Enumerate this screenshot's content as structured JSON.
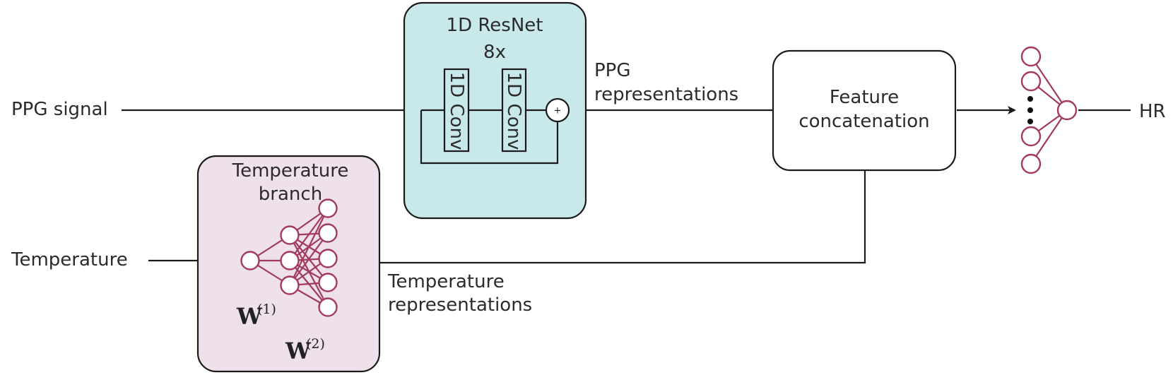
{
  "inputs": {
    "ppg": "PPG signal",
    "temperature": "Temperature"
  },
  "resnet": {
    "title": "1D ResNet",
    "repeat": "8x",
    "conv1": "1D Conv",
    "conv2": "1D Conv",
    "add_symbol": "+"
  },
  "temp_branch": {
    "title_line1": "Temperature",
    "title_line2": "branch",
    "w1": "W",
    "w1_sup": "(1)",
    "w2": "W",
    "w2_sup": "(2)"
  },
  "ppg_repr": {
    "line1": "PPG",
    "line2": "representations"
  },
  "temp_repr": {
    "line1": "Temperature",
    "line2": "representations"
  },
  "concat": {
    "line1": "Feature",
    "line2": "concatenation"
  },
  "output": "HR",
  "colors": {
    "resnet_fill": "#c9e8ea",
    "branch_fill": "#efe1ec",
    "network": "#a13a5e",
    "line": "#1a1a1a"
  }
}
